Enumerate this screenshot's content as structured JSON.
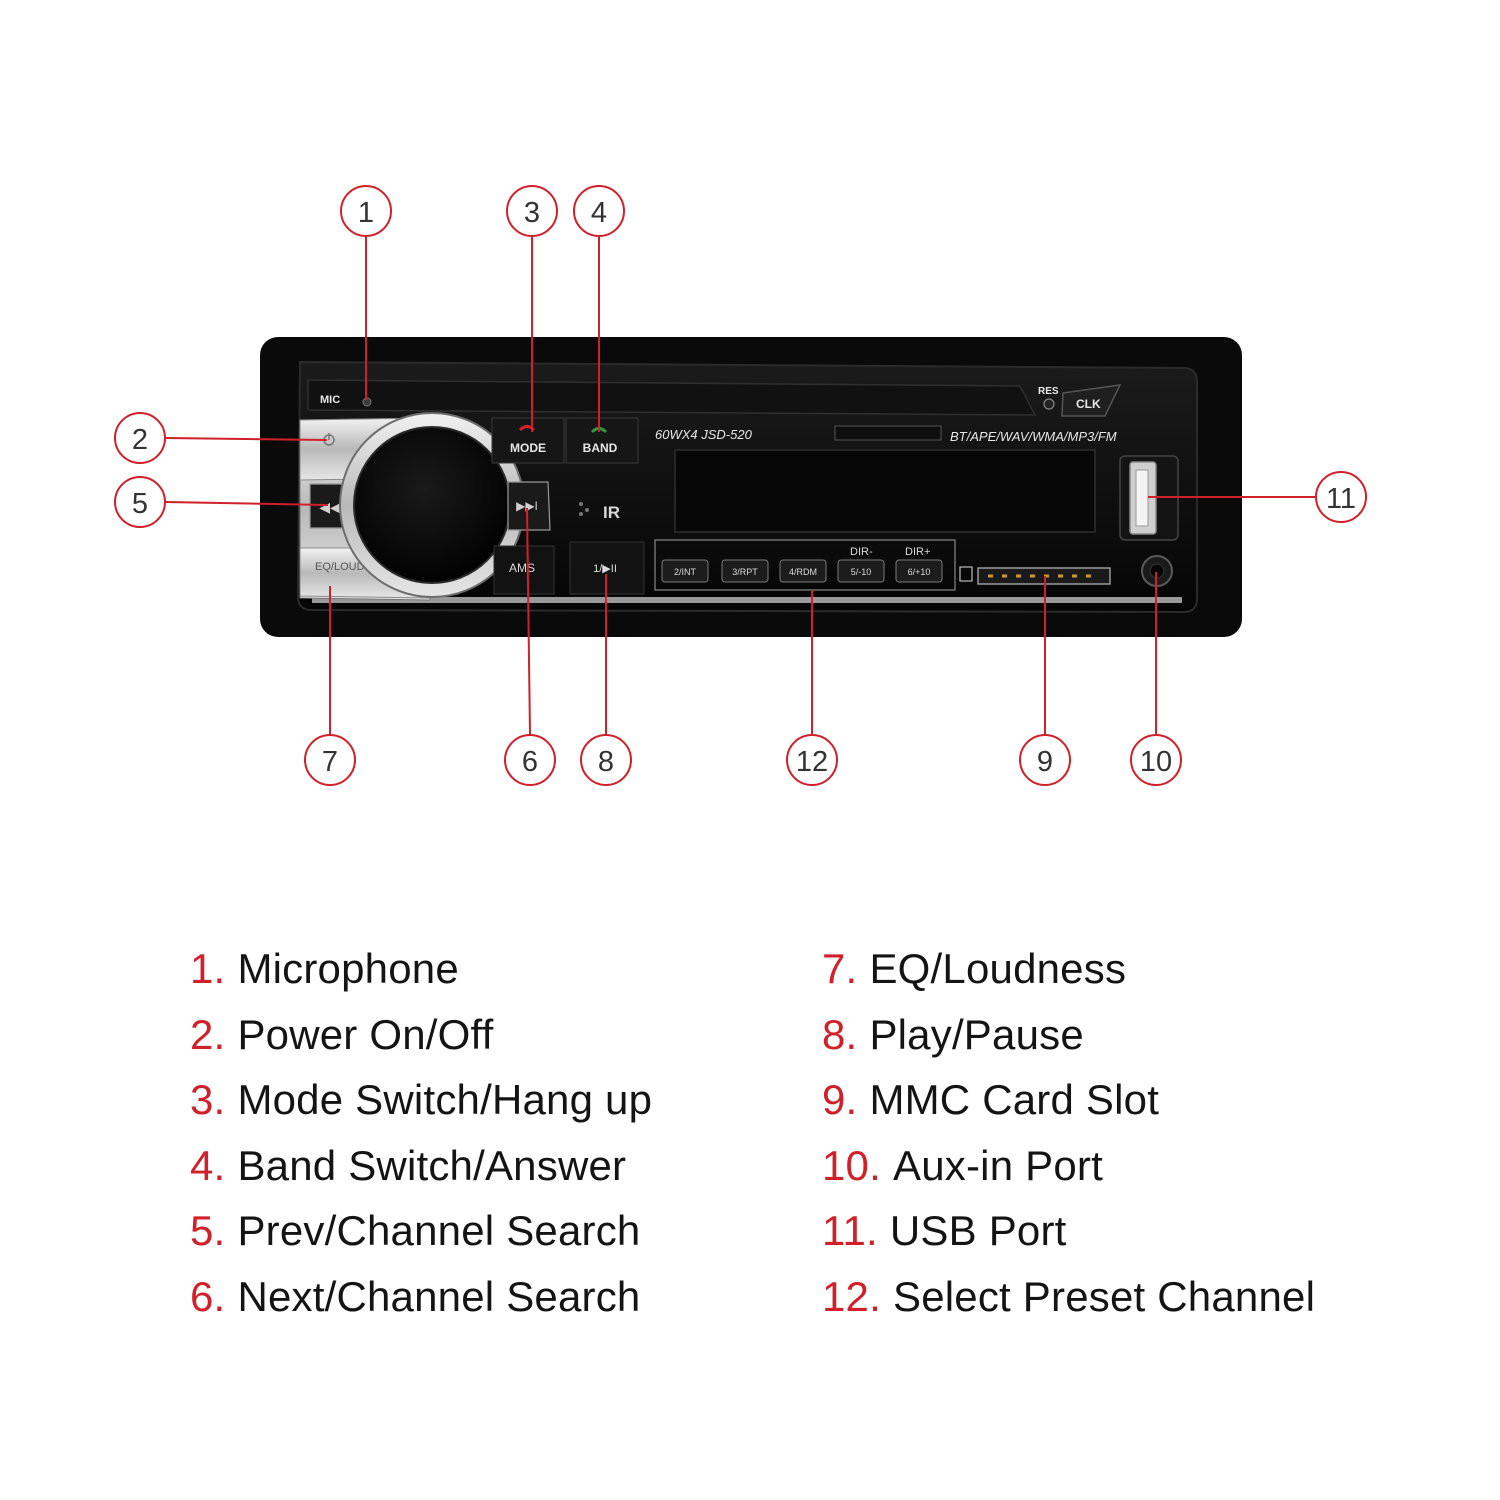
{
  "colors": {
    "accent": "#d0202a",
    "body": "#141414",
    "panel": "#0b0b0b",
    "chrome": "#c8c8c8"
  },
  "callouts": [
    {
      "num": "1"
    },
    {
      "num": "2"
    },
    {
      "num": "3"
    },
    {
      "num": "4"
    },
    {
      "num": "5"
    },
    {
      "num": "6"
    },
    {
      "num": "7"
    },
    {
      "num": "8"
    },
    {
      "num": "9"
    },
    {
      "num": "10"
    },
    {
      "num": "11"
    },
    {
      "num": "12"
    }
  ],
  "device": {
    "mic": "MIC",
    "res": "RES",
    "clk": "CLK",
    "mode": "MODE",
    "band": "BAND",
    "ir": "IR",
    "model": "60WX4  JSD-520",
    "formats": "BT/APE/WAV/WMA/MP3/FM",
    "eq_loud": "EQ/LOUD",
    "ams": "AMS",
    "play": "1/▶II",
    "dir_minus": "DIR-",
    "dir_plus": "DIR+",
    "presets": [
      "2/INT",
      "3/RPT",
      "4/RDM",
      "5/-10",
      "6/+10"
    ]
  },
  "legend": {
    "left": [
      {
        "num": "1.",
        "text": "Microphone"
      },
      {
        "num": "2.",
        "text": "Power On/Off"
      },
      {
        "num": "3.",
        "text": "Mode Switch/Hang up"
      },
      {
        "num": "4.",
        "text": "Band Switch/Answer"
      },
      {
        "num": "5.",
        "text": "Prev/Channel Search"
      },
      {
        "num": "6.",
        "text": "Next/Channel Search"
      }
    ],
    "right": [
      {
        "num": "7.",
        "text": "EQ/Loudness"
      },
      {
        "num": "8.",
        "text": "Play/Pause"
      },
      {
        "num": "9.",
        "text": "MMC Card Slot"
      },
      {
        "num": "10.",
        "text": "Aux-in Port"
      },
      {
        "num": "11.",
        "text": "USB Port"
      },
      {
        "num": "12.",
        "text": "Select Preset Channel"
      }
    ]
  }
}
